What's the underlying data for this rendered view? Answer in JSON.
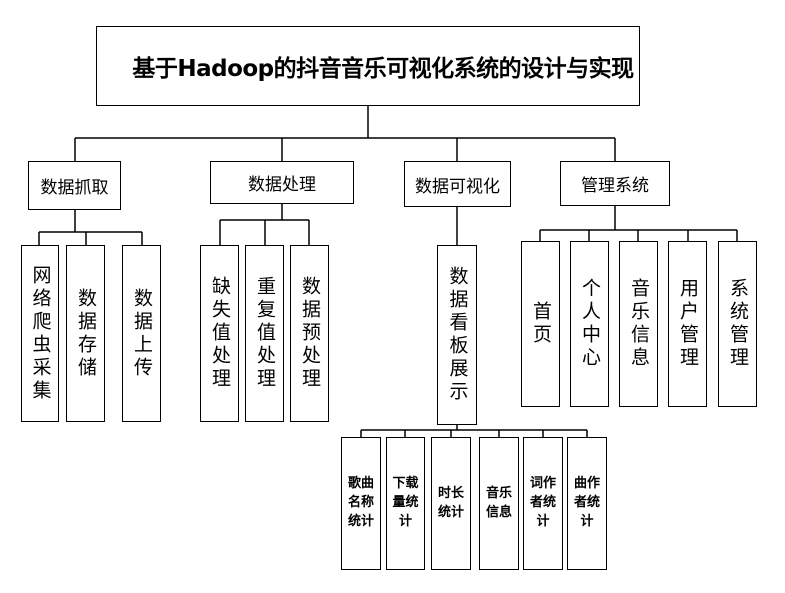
{
  "title": "基于Hadoop的抖音音乐可视化系统的设计与实现",
  "modules": [
    {
      "label": "数据抓取",
      "children": [
        "网络爬虫采集",
        "数据存储",
        "数据上传"
      ]
    },
    {
      "label": "数据处理",
      "children": [
        "缺失值处理",
        "重复值处理",
        "数据预处理"
      ]
    },
    {
      "label": "数据可视化",
      "children": [
        "数据看板展示"
      ]
    },
    {
      "label": "管理系统",
      "children": [
        "首页",
        "个人中心",
        "音乐信息",
        "用户管理",
        "系统管理"
      ]
    }
  ],
  "dashboard_children": [
    "歌曲\n名称\n统计",
    "下载\n量统\n计",
    "时长\n统计",
    "音乐\n信息",
    "词作\n者统\n计",
    "曲作\n者统\n计"
  ]
}
